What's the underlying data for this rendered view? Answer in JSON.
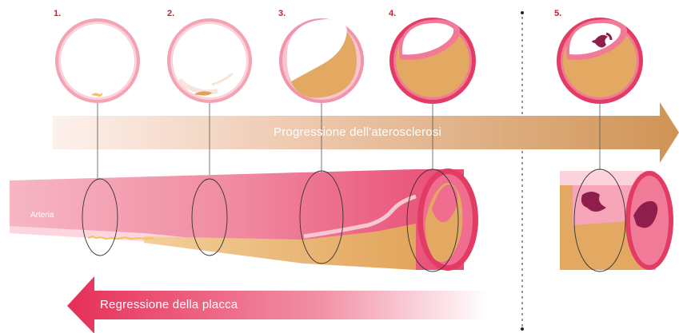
{
  "steps": [
    "1.",
    "2.",
    "3.",
    "4.",
    "5."
  ],
  "progression_label": "Progressione dell'aterosclerosi",
  "regression_label": "Regressione della placca",
  "artery_label": "Arteria",
  "colors": {
    "step_number": "#c8202a",
    "progression_arrow_start": "#fbe9e2",
    "progression_arrow_end": "#d39a5e",
    "regression_arrow_start": "#e8385e",
    "regression_arrow_end": "#ffffff",
    "vessel_wall": "#e8416a",
    "plaque": "#e3a962",
    "lumen": "#ffffff"
  }
}
